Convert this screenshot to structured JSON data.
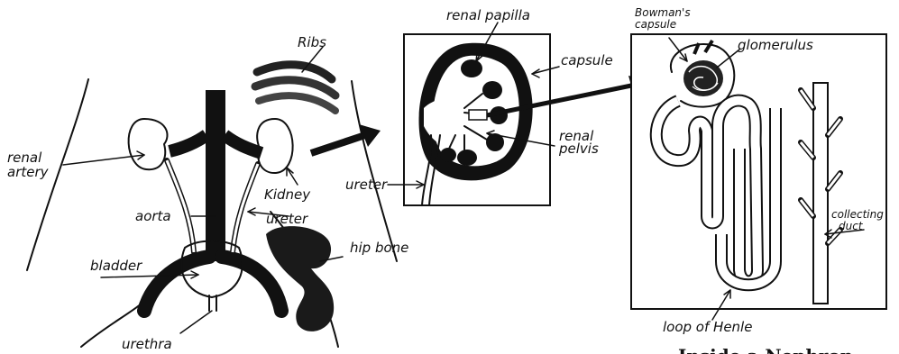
{
  "labels": {
    "ribs": "Ribs",
    "renal_artery_line1": "renal",
    "renal_artery_line2": "artery",
    "kidney": "Kidney",
    "aorta": "aorta",
    "ureter_body": "ureter",
    "hip_bone": "hip bone",
    "bladder": "bladder",
    "urethra": "urethra",
    "renal_papilla": "renal papilla",
    "capsule": "capsule",
    "renal_pelvis_line1": "renal",
    "renal_pelvis_line2": "pelvis",
    "ureter_kidney": "ureter",
    "bowmans_line1": "Bowman's",
    "bowmans_line2": "capsule",
    "glomerulus": "glomerulus",
    "collecting_line1": "collecting",
    "collecting_line2": "duct",
    "loop_of_henle": "loop of Henle"
  },
  "title": "Inside a Nephron"
}
